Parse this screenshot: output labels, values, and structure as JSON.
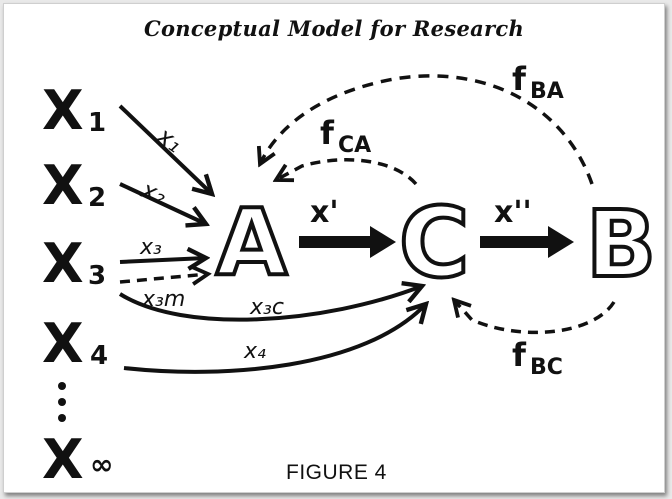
{
  "title": "Conceptual Model for Research",
  "figure_label": "FIGURE 4",
  "inputs": {
    "x1": {
      "base": "X",
      "sub": "1"
    },
    "x2": {
      "base": "X",
      "sub": "2"
    },
    "x3": {
      "base": "X",
      "sub": "3"
    },
    "x4": {
      "base": "X",
      "sub": "4"
    },
    "xinf": {
      "base": "X",
      "sub": "∞"
    },
    "ellipsis": "⋮"
  },
  "nodes": {
    "a": "A",
    "c": "C",
    "b": "B"
  },
  "edge_labels": {
    "x1_a": "x₁",
    "x2_a": "x₂",
    "x3_a": "x₃",
    "x3m": "x₃m",
    "x3c": "x₃c",
    "x4_c": "x₄",
    "a_c": "x'",
    "c_b": "x''",
    "fba": {
      "base": "f",
      "sub": "BA"
    },
    "fca": {
      "base": "f",
      "sub": "CA"
    },
    "fbc": {
      "base": "f",
      "sub": "BC"
    }
  }
}
